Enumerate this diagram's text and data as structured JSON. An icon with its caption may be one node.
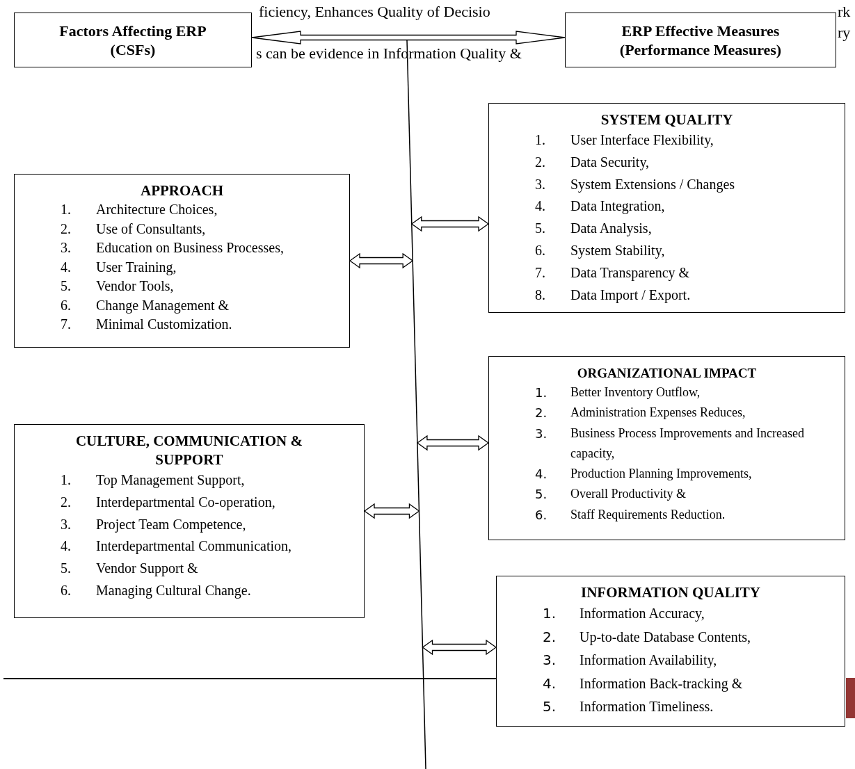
{
  "diagram": {
    "nodes": [
      {
        "text": [
          "Factors Affecting ERP (CSFs)"
        ]
      },
      {
        "text": [
          "ERP Effective Measures (Performance Measures)"
        ]
      },
      {
        "text": [
          "SYSTEM QUALITY",
          "1. User Interface Flexibility,",
          "2. Data Security,",
          "3. System Extensions / Changes",
          "4. Data Integration,",
          "5. Data Analysis,",
          "6. System Stability,",
          "7. Data Transparency &",
          "8. Data Import / Export."
        ]
      },
      {
        "text": [
          "APPROACH",
          "1. Architecture Choices,",
          "2. Use of Consultants,",
          "3. Education on Business Processes,",
          "4. User Training,",
          "5. Vendor Tools,",
          "6. Change Management &",
          "7. Minimal Customization."
        ]
      },
      {
        "text": [
          "ORGANIZATIONAL IMPACT",
          "1. Better Inventory Outflow,",
          "2. Administration Expenses Reduces,",
          "3. Business Process Improvements and Increased capacity,",
          "4. Production Planning Improvements,",
          "5. Overall Productivity &",
          "6. Staff Requirements Reduction."
        ]
      },
      {
        "text": [
          "CULTURE, COMMUNICATION & SUPPORT",
          "1. Top Management Support,",
          "2. Interdepartmental Co-operation,",
          "3. Project Team Competence,",
          "4. Interdepartmental Communication,",
          "5. Vendor Support &",
          "6. Managing Cultural Change."
        ]
      },
      {
        "text": [
          "INFORMATION QUALITY",
          "1. Information Accuracy,",
          "2. Up-to-date Database Contents,",
          "3. Information Availability,",
          "4. Information Back-tracking &",
          "5. Information Timeliness."
        ]
      },
      {
        "text": [],
        "shape": "bar"
      }
    ],
    "edges": [
      {
        "from": 0,
        "to": 1,
        "arrow": "both"
      },
      {
        "from": 7,
        "to": 2,
        "arrow": "both"
      },
      {
        "from": 3,
        "to": 7,
        "arrow": "both"
      },
      {
        "from": 7,
        "to": 4,
        "arrow": "both"
      },
      {
        "from": 5,
        "to": 7,
        "arrow": "both"
      },
      {
        "from": 7,
        "to": 6,
        "arrow": "both"
      }
    ],
    "labels": [
      "ficiency, Enhances Quality of Decisio",
      "rk",
      "ry",
      "s can be evidence in Information Quality &"
    ]
  }
}
